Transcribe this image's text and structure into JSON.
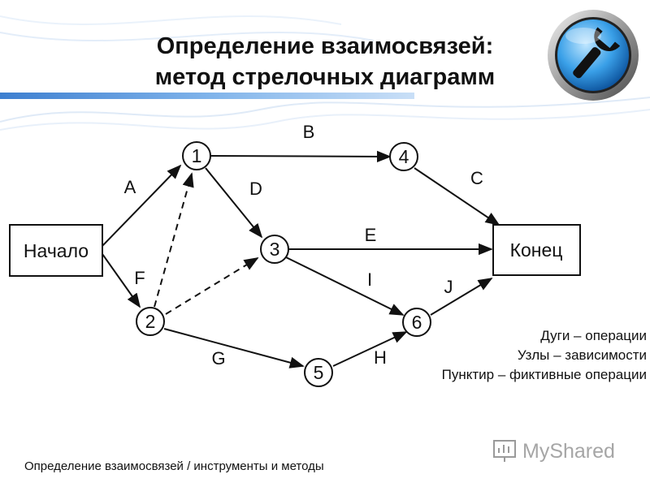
{
  "slide": {
    "title_line1": "Определение взаимосвязей:",
    "title_line2": "метод стрелочных диаграмм",
    "footer": "Определение взаимосвязей / инструменты и методы",
    "watermark": "MyShared"
  },
  "diagram": {
    "start_label": "Начало",
    "end_label": "Конец",
    "nodes": [
      "1",
      "2",
      "3",
      "4",
      "5",
      "6"
    ],
    "arcs": {
      "A": "A",
      "B": "B",
      "C": "C",
      "D": "D",
      "E": "E",
      "F": "F",
      "G": "G",
      "H": "H",
      "I": "I",
      "J": "J"
    }
  },
  "legend": {
    "line1": "Дуги – операции",
    "line2": "Узлы – зависимости",
    "line3": "Пунктир – фиктивные операции"
  },
  "colors": {
    "accent": "#3d7fd0",
    "line": "#111111"
  },
  "icons": {
    "logo": "wrench-icon"
  }
}
